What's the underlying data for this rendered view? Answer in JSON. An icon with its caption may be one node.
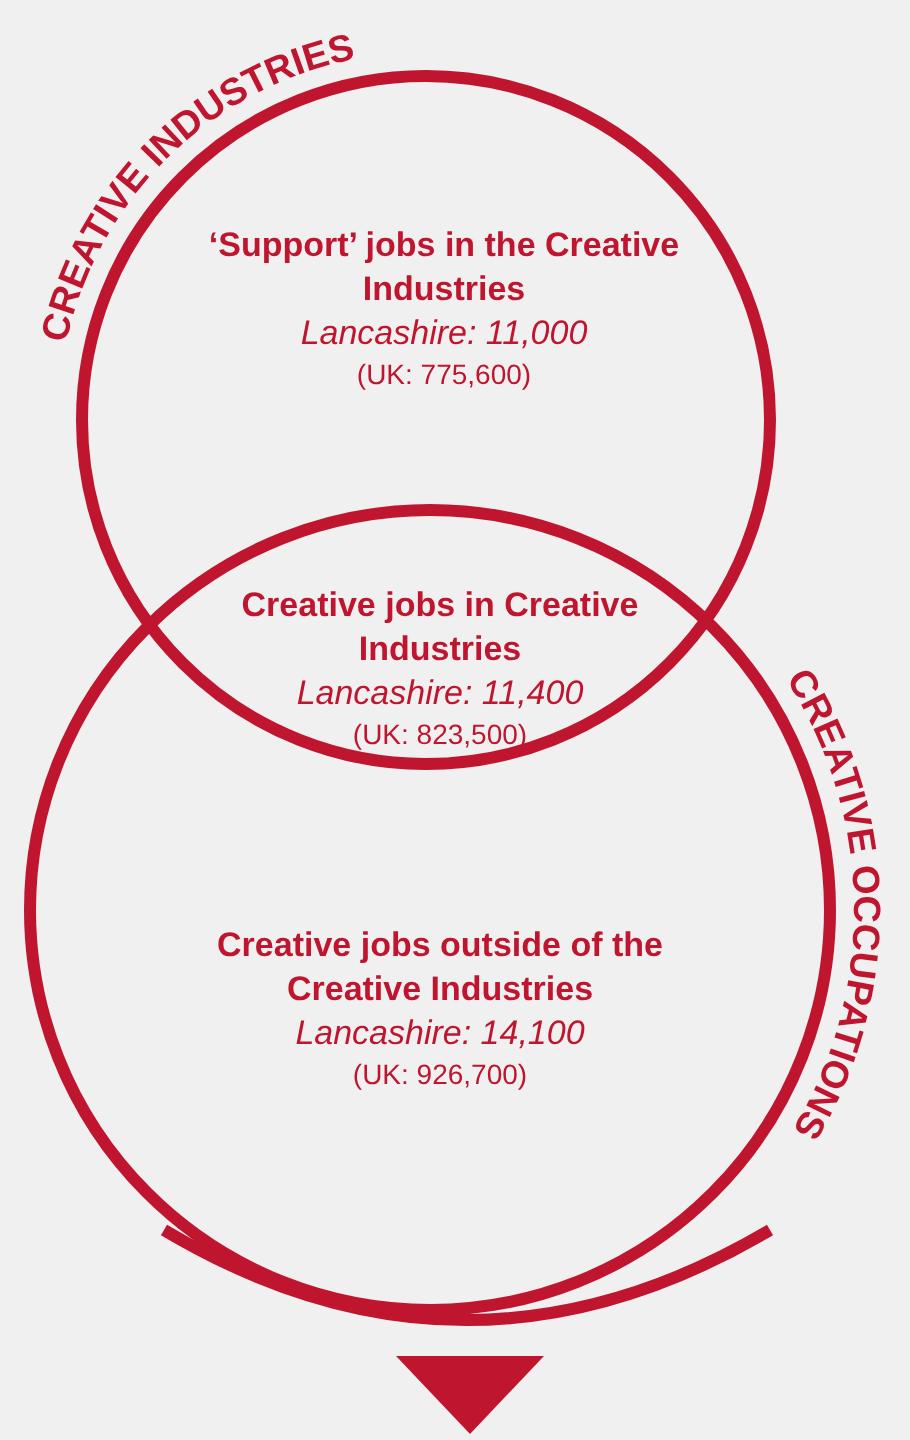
{
  "diagram": {
    "nodes": [
      {
        "text": [
          "CREATIVE INDUSTRIES",
          "‘Support’ jobs in the Creative Industries",
          "Lancashire: 11,000",
          "(UK: 775,600)"
        ]
      },
      {
        "text": [
          "CREATIVE OCCUPATIONS",
          "Creative jobs outside of the Creative Industries",
          "Lancashire: 14,100",
          "(UK: 926,700)"
        ]
      }
    ],
    "edges": [],
    "labels": [
      "Creative jobs in Creative Industries",
      "Lancashire: 11,400",
      "(UK: 823,500)"
    ]
  }
}
